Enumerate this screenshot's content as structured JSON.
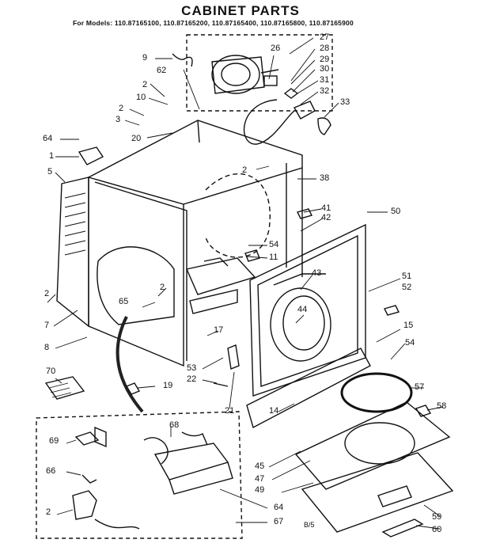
{
  "title": "CABINET PARTS",
  "models": "For Models: 110.87165100, 110.87165200, 110.87165400, 110.87165800, 110.87165900",
  "page_code": "B/5",
  "callouts": [
    "9",
    "62",
    "2",
    "10",
    "2",
    "3",
    "20",
    "64",
    "1",
    "5",
    "27",
    "26",
    "28",
    "29",
    "30",
    "31",
    "32",
    "33",
    "2",
    "38",
    "41",
    "42",
    "50",
    "54",
    "11",
    "51",
    "52",
    "43",
    "44",
    "15",
    "54",
    "2",
    "65",
    "2",
    "7",
    "8",
    "17",
    "53",
    "22",
    "19",
    "21",
    "70",
    "57",
    "58",
    "14",
    "45",
    "47",
    "49",
    "69",
    "68",
    "66",
    "2",
    "64",
    "67",
    "59",
    "60"
  ]
}
